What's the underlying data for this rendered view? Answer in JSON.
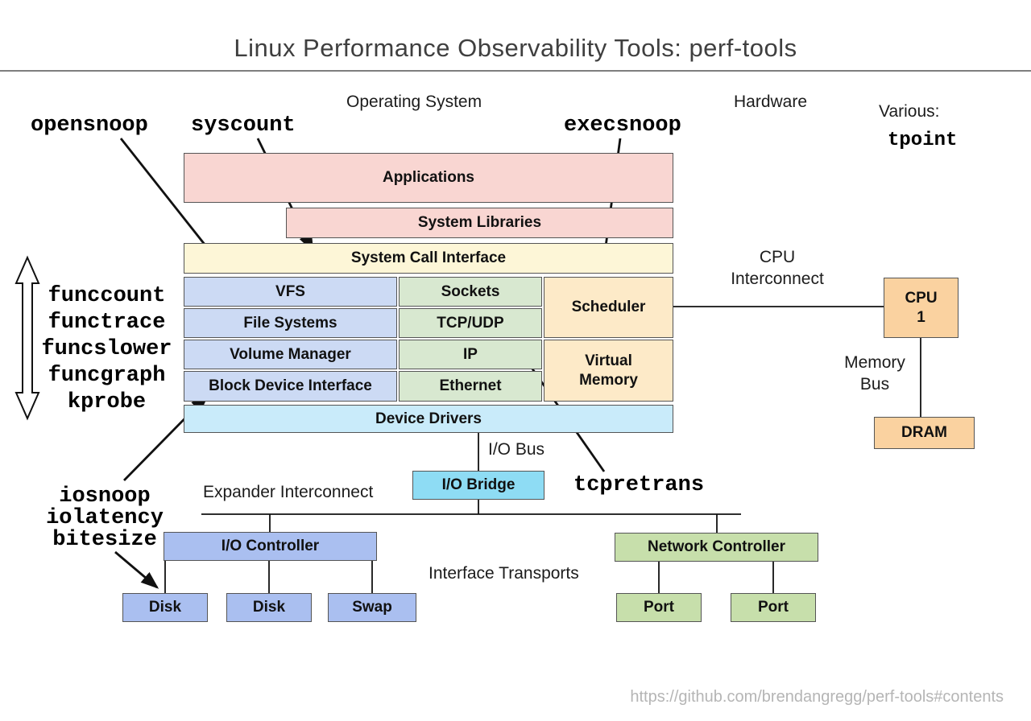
{
  "title": "Linux Performance Observability Tools: perf-tools",
  "footer": "https://github.com/brendangregg/perf-tools#contents",
  "labels": {
    "operating_system": "Operating System",
    "hardware": "Hardware",
    "various": "Various:",
    "cpu_interconnect": "CPU\nInterconnect",
    "memory_bus": "Memory\nBus",
    "io_bus": "I/O Bus",
    "expander_interconnect": "Expander Interconnect",
    "interface_transports": "Interface Transports"
  },
  "tools": {
    "opensnoop": "opensnoop",
    "syscount": "syscount",
    "execsnoop": "execsnoop",
    "tpoint": "tpoint",
    "tcpretrans": "tcpretrans",
    "func_group": [
      "funccount",
      "functrace",
      "funcslower",
      "funcgraph",
      "kprobe"
    ],
    "io_group": [
      "iosnoop",
      "iolatency",
      "bitesize"
    ]
  },
  "os": {
    "applications": "Applications",
    "system_libraries": "System Libraries",
    "system_call_interface": "System Call Interface",
    "vfs": "VFS",
    "file_systems": "File Systems",
    "volume_manager": "Volume Manager",
    "block_device_interface": "Block Device Interface",
    "sockets": "Sockets",
    "tcp_udp": "TCP/UDP",
    "ip": "IP",
    "ethernet": "Ethernet",
    "scheduler": "Scheduler",
    "virtual_memory": "Virtual\nMemory",
    "device_drivers": "Device Drivers"
  },
  "hardware": {
    "cpu": "CPU\n1",
    "dram": "DRAM",
    "io_bridge": "I/O Bridge",
    "io_controller": "I/O Controller",
    "network_controller": "Network Controller",
    "disk1": "Disk",
    "disk2": "Disk",
    "swap": "Swap",
    "port1": "Port",
    "port2": "Port"
  },
  "colors": {
    "app-pink": "#f9d6d2",
    "syscall-yellow": "#fdf6d7",
    "storage-blue": "#ccdaf4",
    "network-green": "#d8e8d0",
    "sched-orange": "#fdeac8",
    "drivers-cyan": "#c9ebfa",
    "bridge-cyan": "#8edcf4",
    "hw-orange": "#fad2a0",
    "io-blue": "#aabff0",
    "nic-green": "#c7dfab",
    "border-gray": "#555555",
    "title-gray": "#3f3f3f",
    "footer-gray": "#b5b5b5"
  }
}
